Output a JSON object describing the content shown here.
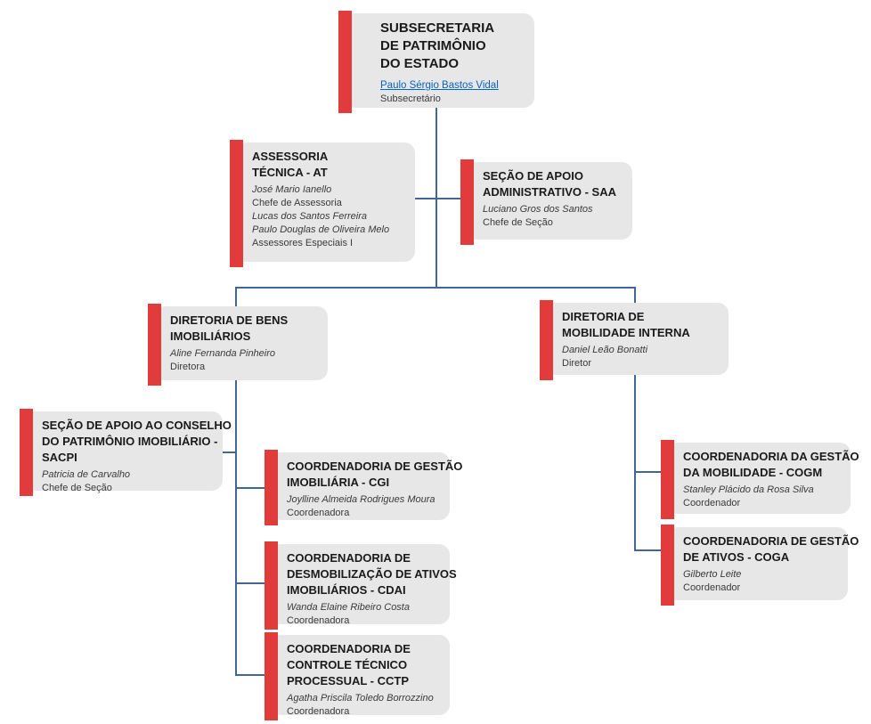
{
  "chart_title": "Organograma - Subsecretaria de Patrimônio do Estado",
  "colors": {
    "accent_bar": "#e23b3b",
    "box_background": "#e7e7e7",
    "connector_line": "#3f6898",
    "link_text": "#0563c1",
    "title_text": "#1a1a1a"
  },
  "nodes": {
    "sps": {
      "title": "SUBSECRETARIA\nDE PATRIMÔNIO\nDO ESTADO",
      "person": "Paulo Sérgio Bastos Vidal",
      "role": "Subsecretário"
    },
    "at": {
      "title": "ASSESSORIA\nTÉCNICA - AT",
      "lines": [
        "José Mario Ianello",
        "Chefe de Assessoria",
        "Lucas dos Santos Ferreira",
        "Paulo Douglas de Oliveira Melo",
        "Assessores Especiais I"
      ]
    },
    "saa": {
      "title": "SEÇÃO DE APOIO\nADMINISTRATIVO - SAA",
      "person": "Luciano Gros dos Santos",
      "role": "Chefe de Seção"
    },
    "dbi": {
      "title": "DIRETORIA DE BENS\nIMOBILIÁRIOS",
      "person": "Aline Fernanda Pinheiro",
      "role": "Diretora"
    },
    "dmi": {
      "title": "DIRETORIA DE\nMOBILIDADE INTERNA",
      "person": "Daniel Leão Bonatti",
      "role": "Diretor"
    },
    "sacpi": {
      "title": "SEÇÃO DE APOIO AO CONSELHO\nDO PATRIMÔNIO IMOBILIÁRIO -\nSACPI",
      "person": "Patricia de Carvalho",
      "role": "Chefe de Seção"
    },
    "cgi": {
      "title": "COORDENADORIA DE GESTÃO\nIMOBILIÁRIA - CGI",
      "person": "Joylline Almeida Rodrigues Moura",
      "role": "Coordenadora"
    },
    "cdai": {
      "title": "COORDENADORIA DE\nDESMOBILIZAÇÃO DE ATIVOS\nIMOBILIÁRIOS - CDAI",
      "person": "Wanda Elaine Ribeiro Costa",
      "role": "Coordenadora"
    },
    "cctp": {
      "title": "COORDENADORIA DE\nCONTROLE TÉCNICO\nPROCESSUAL - CCTP",
      "person": "Agatha Priscila Toledo Borrozzino",
      "role": "Coordenadora"
    },
    "cogm": {
      "title": "COORDENADORIA DA GESTÃO\nDA MOBILIDADE - COGM",
      "person": "Stanley Plácido da Rosa Silva",
      "role": "Coordenador"
    },
    "coga": {
      "title": "COORDENADORIA DE GESTÃO\nDE ATIVOS - COGA",
      "person": "Gilberto Leite",
      "role": "Coordenador"
    }
  }
}
